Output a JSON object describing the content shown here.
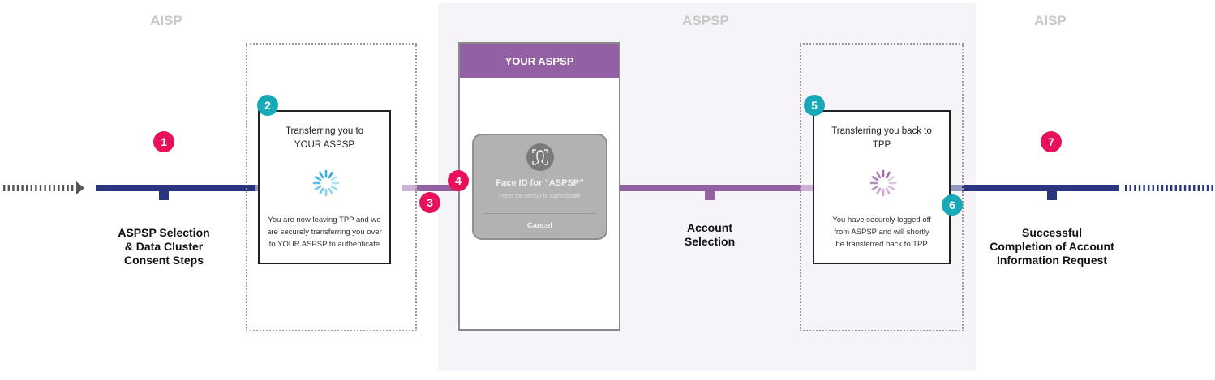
{
  "zones": [
    {
      "label": "AISP"
    },
    {
      "label": "ASPSP"
    },
    {
      "label": "AISP"
    }
  ],
  "screens": {
    "transfer_to": {
      "title": "Transferring you to YOUR ASPSP",
      "title_line1": "Transferring you to",
      "title_line2": "YOUR ASPSP",
      "message_line1": "You are now leaving TPP and we",
      "message_line2": "are securely transferring you over",
      "message_line3": "to YOUR ASPSP to authenticate",
      "spinner_color": "#29a8e0"
    },
    "aspsp_phone": {
      "header": "YOUR ASPSP",
      "faceid_title": "Face ID for “ASPSP”",
      "faceid_subtitle": "Press the sensor to authenticate",
      "cancel_label": "Cancel"
    },
    "transfer_back": {
      "title_line1": "Transferring you back to",
      "title_line2": "TPP",
      "message_line1": "You have securely logged off",
      "message_line2": "from ASPSP and will shortly",
      "message_line3": "be transferred back to TPP",
      "spinner_color": "#9b62a8"
    }
  },
  "steps": [
    {
      "number": "1",
      "color": "#e8105a"
    },
    {
      "number": "2",
      "color": "#17a9b8"
    },
    {
      "number": "3",
      "color": "#e8105a"
    },
    {
      "number": "4",
      "color": "#e8105a"
    },
    {
      "number": "5",
      "color": "#17a9b8"
    },
    {
      "number": "6",
      "color": "#17a9b8"
    },
    {
      "number": "7",
      "color": "#e8105a"
    }
  ],
  "labels": {
    "step1": {
      "line1": "ASPSP Selection",
      "line2": "& Data Cluster",
      "line3": "Consent Steps"
    },
    "account": {
      "line1": "Account",
      "line2": "Selection"
    },
    "final": {
      "line1": "Successful",
      "line2": "Completion of Account",
      "line3": "Information Request"
    }
  },
  "colors": {
    "aisp_line": "#2a3580",
    "aspsp_line": "#9260a3",
    "aisp_faded": "#9499c4",
    "aspsp_faded": "#cdb0d6",
    "aspsp_background": "#f6f4f8"
  }
}
